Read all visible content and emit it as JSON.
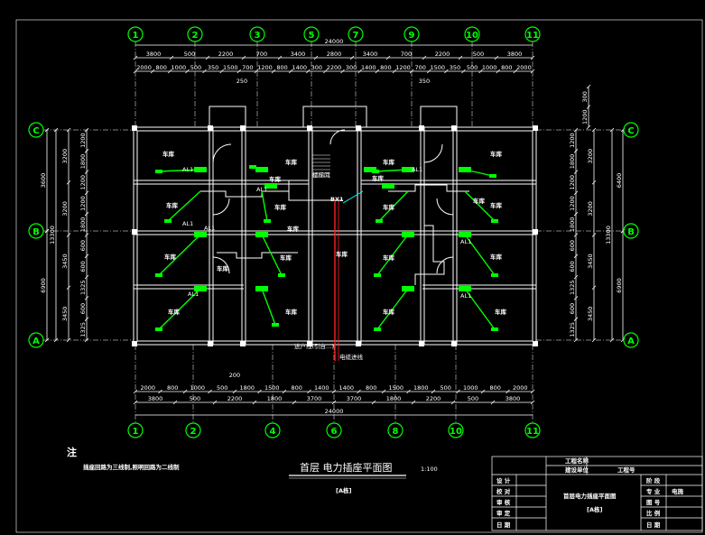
{
  "axes": {
    "top": [
      "1",
      "2",
      "3",
      "5",
      "7",
      "9",
      "10",
      "11"
    ],
    "bottom": [
      "1",
      "2",
      "4",
      "6",
      "8",
      "10",
      "11"
    ],
    "left": [
      "C",
      "B",
      "A"
    ],
    "right": [
      "C",
      "B",
      "A"
    ]
  },
  "dims": {
    "top_total": "24000",
    "top_row1": [
      "3800",
      "500",
      "2200",
      "700",
      "3400",
      "2800",
      "3400",
      "700",
      "2200",
      "500",
      "3800"
    ],
    "top_row2": [
      "2000",
      "800",
      "1000",
      "500",
      "350",
      "1500",
      "700",
      "1200",
      "800",
      "1400",
      "300",
      "2200",
      "300",
      "1400",
      "800",
      "1200",
      "700",
      "1500",
      "350",
      "500",
      "1000",
      "800",
      "2000"
    ],
    "top_small": [
      "250",
      "350"
    ],
    "bottom_total": "24000",
    "bottom_row1": [
      "2000",
      "800",
      "1000",
      "500",
      "1800",
      "1500",
      "800",
      "1400",
      "1400",
      "800",
      "1500",
      "1800",
      "500",
      "1000",
      "800",
      "2000"
    ],
    "bottom_row2": [
      "3800",
      "500",
      "2200",
      "1800",
      "3700",
      "3700",
      "1800",
      "2200",
      "500",
      "3800"
    ],
    "bottom_small": "200",
    "left_outer": [
      "3600",
      "13300",
      "6900"
    ],
    "left_mid": [
      "3200",
      "3200",
      "3450",
      "3450"
    ],
    "left_inner": [
      "1200",
      "1800",
      "1200",
      "1200",
      "1800",
      "600",
      "600",
      "1325",
      "600",
      "1325"
    ],
    "right_outer": [
      "6400",
      "13300",
      "6900"
    ],
    "right_mid": [
      "3200",
      "3200",
      "3450",
      "3450"
    ],
    "right_inner": [
      "1200",
      "1800",
      "1200",
      "1200",
      "1800",
      "600",
      "600",
      "1325",
      "600",
      "1325"
    ],
    "right_top": [
      "300",
      "1200"
    ]
  },
  "room_labels": [
    "车库",
    "车库",
    "车库",
    "车库",
    "车库",
    "车库",
    "车库",
    "车库",
    "车库",
    "车库",
    "车库",
    "车库",
    "车库",
    "车库",
    "车库",
    "车库",
    "车库",
    "车库",
    "车库",
    "车库",
    "车库",
    "车库"
  ],
  "panel_label": "AL1",
  "annotations": {
    "meter": "BX1",
    "note1": "进户线(引自…)",
    "note2": "电缆进线",
    "stair": "楼梯间"
  },
  "notes": {
    "title": "注",
    "text": "插座回路为三线制,照明回路为二线制"
  },
  "drawing_title": "首层  电力插座平面图",
  "scale": "1:100",
  "sub_tag": "[A栋]",
  "title_block": {
    "top_left": "工程名称",
    "top_mid": "建设单位",
    "top_right": "工程号",
    "rows_left": [
      "设  计",
      "校  对",
      "审  核",
      "审  定",
      "日  期"
    ],
    "center_title": "首层电力插座平面图",
    "center_tag": "[A栋]",
    "rows_right_k": [
      "阶  段",
      "专  业",
      "图  号",
      "比  例",
      "日  期"
    ],
    "rows_right_v": [
      "",
      "电施",
      "",
      "",
      ""
    ]
  }
}
